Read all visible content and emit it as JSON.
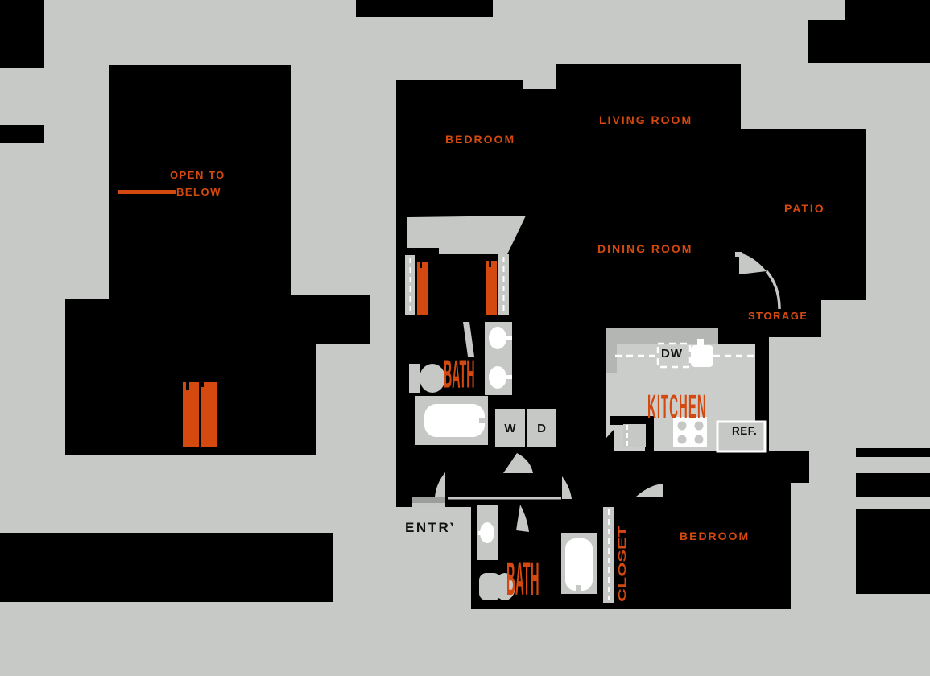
{
  "colors": {
    "background": "#c7c9c7",
    "walls": "#000000",
    "accent_orange": "#d4490f",
    "fixture_gray": "#c6c8c6",
    "threshold_dark_gray": "#9b9e9b",
    "fixture_white": "#ffffff"
  },
  "loft_level": {
    "open_to_line1": "OPEN TO",
    "open_to_line2": "BELOW"
  },
  "main_level": {
    "bedroom_upper": "BEDROOM",
    "living_room": "LIVING ROOM",
    "dining_room": "DINING ROOM",
    "patio": "PATIO",
    "storage": "STORAGE",
    "kitchen": "KITCHEN",
    "bath_upper": "BATH",
    "bath_lower": "BATH",
    "closet": "CLOSET",
    "bedroom_lower": "BEDROOM",
    "entry": "ENTRY"
  },
  "appliances": {
    "washer": "W",
    "dryer": "D",
    "dishwasher": "DW",
    "refrigerator": "REF."
  }
}
